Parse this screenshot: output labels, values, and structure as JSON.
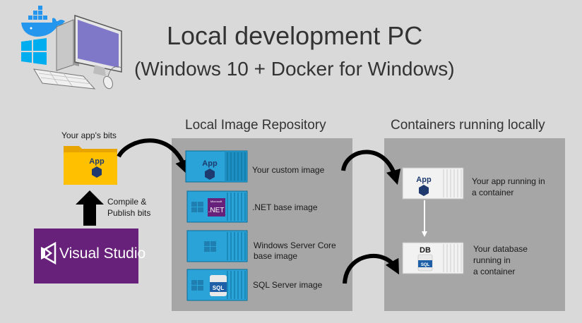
{
  "header": {
    "title": "Local development PC",
    "subtitle": "(Windows 10 + Docker for Windows)"
  },
  "left": {
    "app_bits_label": "Your app's bits",
    "folder_label": "App",
    "compile_label_line1": "Compile &",
    "compile_label_line2": "Publish bits",
    "vs_label": "Visual Studio"
  },
  "repository": {
    "title": "Local Image Repository",
    "images": [
      {
        "badge": "App",
        "label_line1": "Your custom image",
        "label_line2": ""
      },
      {
        "badge": ".NET",
        "badge_top": "Microsoft",
        "label_line1": ".NET base image",
        "label_line2": ""
      },
      {
        "badge": "",
        "label_line1": "Windows Server Core",
        "label_line2": "base image"
      },
      {
        "badge": "SQL",
        "label_line1": "SQL Server image",
        "label_line2": ""
      }
    ]
  },
  "containers": {
    "title": "Containers running locally",
    "app": {
      "badge": "App",
      "label_line1": "Your app running in",
      "label_line2": "a container"
    },
    "db": {
      "badge": "DB",
      "sub_badge": "SQL",
      "label_line1": "Your database",
      "label_line2": "running in",
      "label_line3": "a container"
    }
  },
  "colors": {
    "background": "#d9d9d9",
    "panel": "#a6a6a6",
    "image_blue": "#29a3d8",
    "container_white": "#f2f2f2",
    "vs_purple": "#68217a",
    "docker_blue": "#2496ed",
    "windows_blue": "#00adef",
    "folder_yellow": "#ffc000",
    "hex_navy": "#1f3a6e"
  },
  "icons": [
    "docker-whale-icon",
    "windows-logo-icon",
    "desktop-pc-icon",
    "folder-icon",
    "visual-studio-logo-icon",
    "curved-arrow-icon",
    "up-arrow-icon"
  ]
}
